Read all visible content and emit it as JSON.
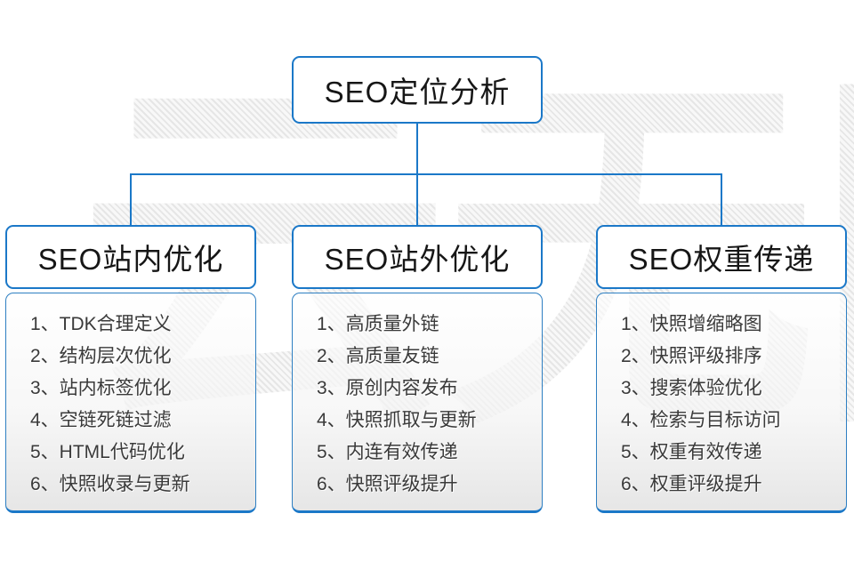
{
  "diagram": {
    "watermark": "云无限",
    "root_label": "SEO定位分析",
    "columns": [
      {
        "header": "SEO站内优化",
        "items": [
          "1、TDK合理定义",
          "2、结构层次优化",
          "3、站内标签优化",
          "4、空链死链过滤",
          "5、HTML代码优化",
          "6、快照收录与更新"
        ]
      },
      {
        "header": "SEO站外优化",
        "items": [
          "1、高质量外链",
          "2、高质量友链",
          "3、原创内容发布",
          "4、快照抓取与更新",
          "5、内连有效传递",
          "6、快照评级提升"
        ]
      },
      {
        "header": "SEO权重传递",
        "items": [
          "1、快照增缩略图",
          "2、快照评级排序",
          "3、搜索体验优化",
          "4、检索与目标访问",
          "5、权重有效传递",
          "6、权重评级提升"
        ]
      }
    ],
    "colors": {
      "accent_blue": "#1b78c8",
      "panel_gray": "#e6e6e6"
    }
  }
}
